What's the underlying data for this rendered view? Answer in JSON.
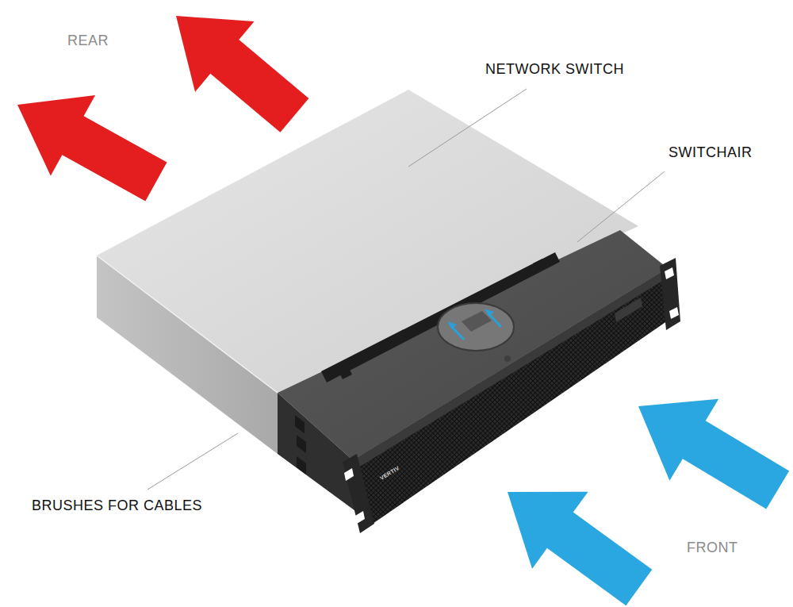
{
  "diagram": {
    "labels": [
      "REAR",
      "NETWORK SWITCH",
      "SWITCHAIR",
      "BRUSHES FOR CABLES",
      "FRONT",
      "VERTIV"
    ]
  }
}
